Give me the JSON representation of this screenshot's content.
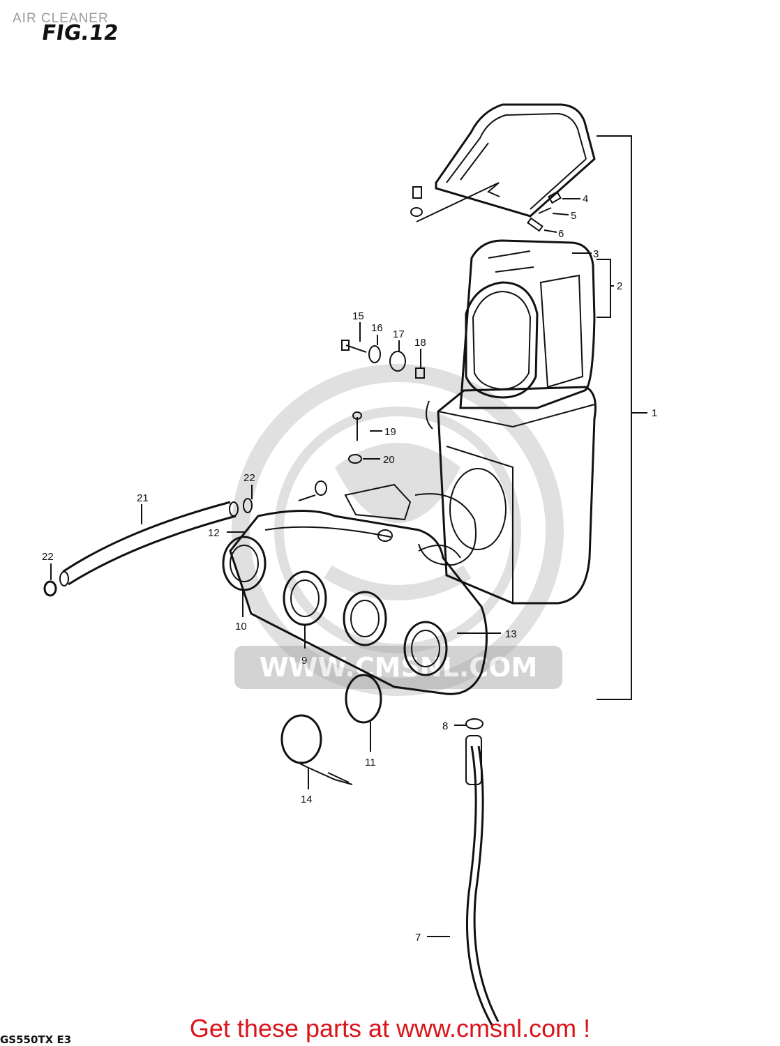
{
  "page": {
    "section_title": "AIR CLEANER",
    "figure_label": "FIG.12",
    "model_code": "GS550TX  E3",
    "call_to_action": "Get these parts at www.cmsnl.com !",
    "watermark_text": "WWW.CMSNL.COM"
  },
  "diagram": {
    "callouts": [
      "1",
      "2",
      "3",
      "4",
      "5",
      "6",
      "7",
      "8",
      "9",
      "10",
      "11",
      "12",
      "13",
      "14",
      "15",
      "16",
      "17",
      "18",
      "19",
      "20",
      "21",
      "22",
      "22"
    ]
  },
  "colors": {
    "cta": "#d9141a",
    "ink": "#111111",
    "watermark": "#9f9f9f"
  }
}
